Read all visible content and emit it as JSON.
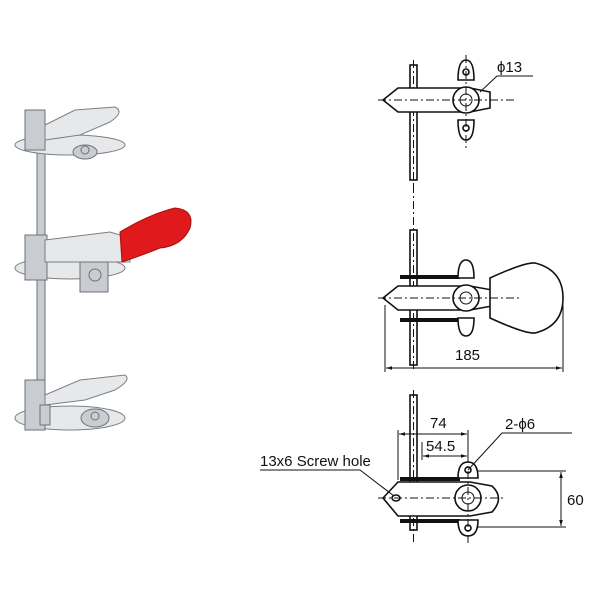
{
  "dimensions": {
    "phi13": "ϕ13",
    "length_185": "185",
    "width_74": "74",
    "width_54_5": "54.5",
    "holes": "2-ϕ6",
    "screw_hole": "13x6 Screw hole",
    "height_60": "60"
  },
  "colors": {
    "handle": "#e0191c",
    "metal": "#c9ccd0"
  }
}
